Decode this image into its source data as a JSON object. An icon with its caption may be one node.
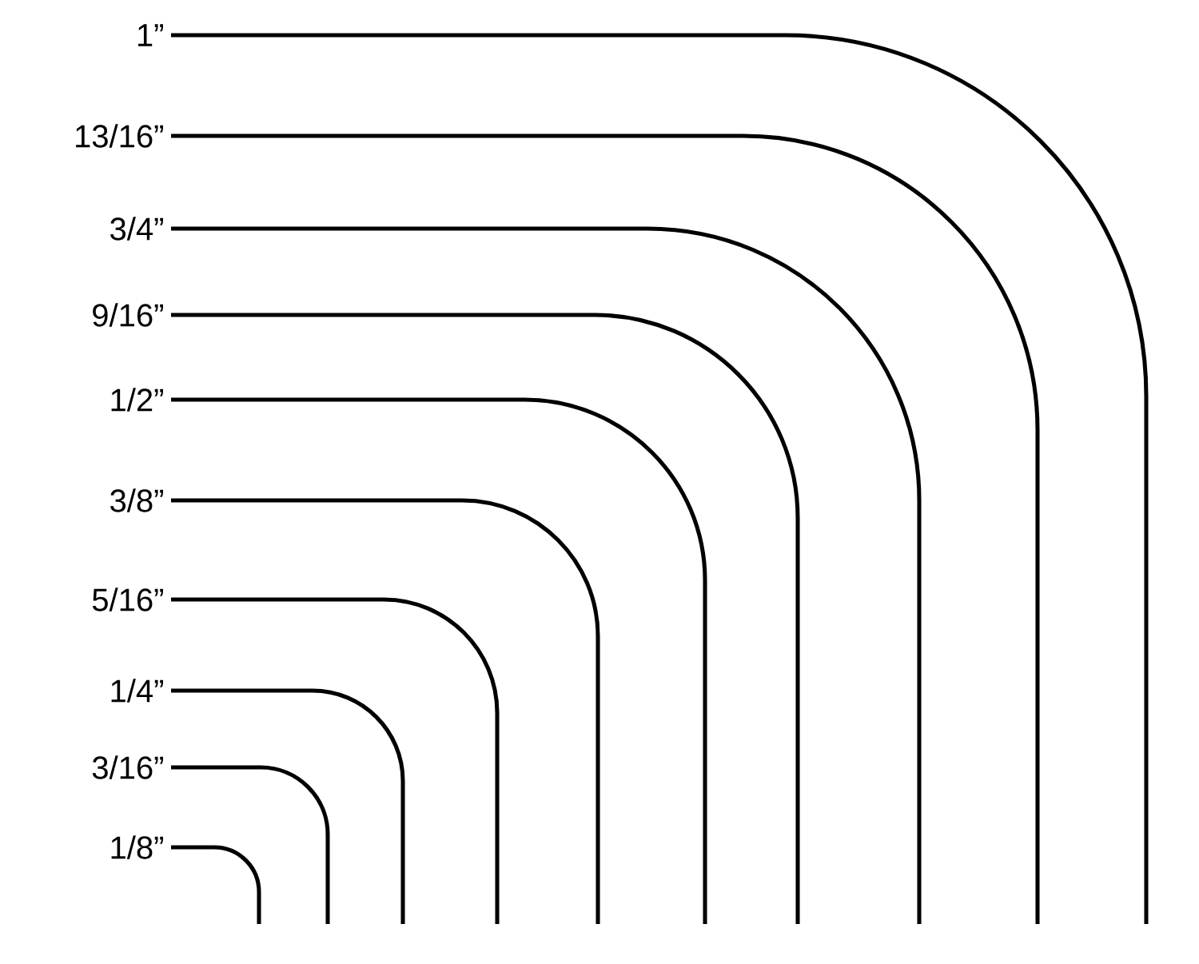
{
  "diagram": {
    "labels": [
      "1”",
      "13/16”",
      "3/4”",
      "9/16”",
      "1/2”",
      "3/8”",
      "5/16”",
      "1/4”",
      "3/16”",
      "1/8”"
    ]
  }
}
